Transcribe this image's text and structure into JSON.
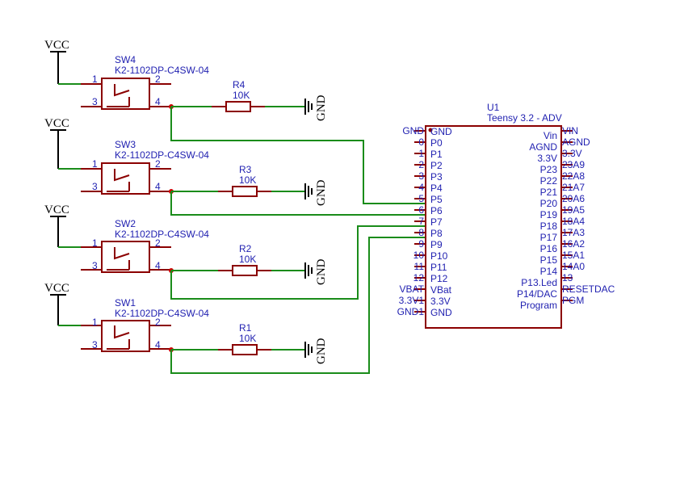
{
  "power": {
    "vcc": "VCC",
    "gnd": "GND"
  },
  "switches": [
    {
      "ref": "SW4",
      "value": "K2-1102DP-C4SW-04",
      "pins": [
        "1",
        "2",
        "3",
        "4"
      ]
    },
    {
      "ref": "SW3",
      "value": "K2-1102DP-C4SW-04",
      "pins": [
        "1",
        "2",
        "3",
        "4"
      ]
    },
    {
      "ref": "SW2",
      "value": "K2-1102DP-C4SW-04",
      "pins": [
        "1",
        "2",
        "3",
        "4"
      ]
    },
    {
      "ref": "SW1",
      "value": "K2-1102DP-C4SW-04",
      "pins": [
        "1",
        "2",
        "3",
        "4"
      ]
    }
  ],
  "resistors": [
    {
      "ref": "R4",
      "value": "10K"
    },
    {
      "ref": "R3",
      "value": "10K"
    },
    {
      "ref": "R2",
      "value": "10K"
    },
    {
      "ref": "R1",
      "value": "10K"
    }
  ],
  "chip": {
    "ref": "U1",
    "value": "Teensy 3.2 - ADV",
    "left_pins": [
      {
        "num": "GND",
        "name": "GND"
      },
      {
        "num": "0",
        "name": "P0"
      },
      {
        "num": "1",
        "name": "P1"
      },
      {
        "num": "2",
        "name": "P2"
      },
      {
        "num": "3",
        "name": "P3"
      },
      {
        "num": "4",
        "name": "P4"
      },
      {
        "num": "5",
        "name": "P5"
      },
      {
        "num": "6",
        "name": "P6"
      },
      {
        "num": "7",
        "name": "P7"
      },
      {
        "num": "8",
        "name": "P8"
      },
      {
        "num": "9",
        "name": "P9"
      },
      {
        "num": "10",
        "name": "P10"
      },
      {
        "num": "11",
        "name": "P11"
      },
      {
        "num": "12",
        "name": "P12"
      },
      {
        "num": "VBAT",
        "name": "VBat"
      },
      {
        "num": "3.3V1",
        "name": "3.3V"
      },
      {
        "num": "GND1",
        "name": "GND"
      }
    ],
    "right_pins": [
      {
        "num": "VIN",
        "name": "Vin"
      },
      {
        "num": "AGND",
        "name": "AGND"
      },
      {
        "num": "3.3V",
        "name": "3.3V"
      },
      {
        "num": "23A9",
        "name": "P23"
      },
      {
        "num": "22A8",
        "name": "P22"
      },
      {
        "num": "21A7",
        "name": "P21"
      },
      {
        "num": "20A6",
        "name": "P20"
      },
      {
        "num": "19A5",
        "name": "P19"
      },
      {
        "num": "18A4",
        "name": "P18"
      },
      {
        "num": "17A3",
        "name": "P17"
      },
      {
        "num": "16A2",
        "name": "P16"
      },
      {
        "num": "15A1",
        "name": "P15"
      },
      {
        "num": "14A0",
        "name": "P14"
      },
      {
        "num": "13",
        "name": "P13.Led"
      },
      {
        "num": "RESETDAC",
        "name": "P14/DAC"
      },
      {
        "num": "PGM",
        "name": "Program"
      }
    ]
  }
}
